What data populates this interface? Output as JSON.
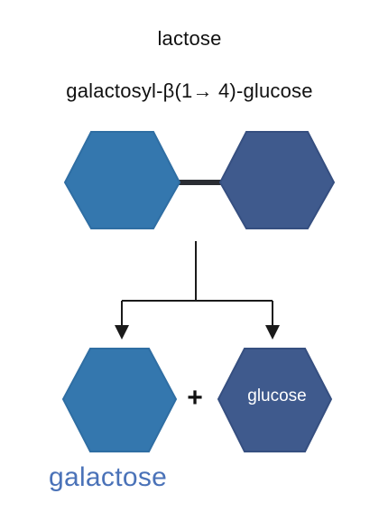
{
  "title": "lactose",
  "subtitle": "galactosyl-β(1→ 4)-glucose",
  "products": {
    "plus": "+",
    "glucose_label": "glucose",
    "galactose_label": "galactose"
  },
  "colors": {
    "galactose": "#3477ae",
    "glucose": "#3f5a8d",
    "galactose_hex_stroke": "#2f6ea3",
    "glucose_hex_stroke": "#364f80",
    "bond": "#2a2d33",
    "arrow": "#1a1a1a",
    "galactose_text": "#4a72b8"
  },
  "icons": {
    "left_reactant": "hexagon-icon",
    "right_reactant": "hexagon-icon",
    "arrows": "split-arrow-icon"
  }
}
